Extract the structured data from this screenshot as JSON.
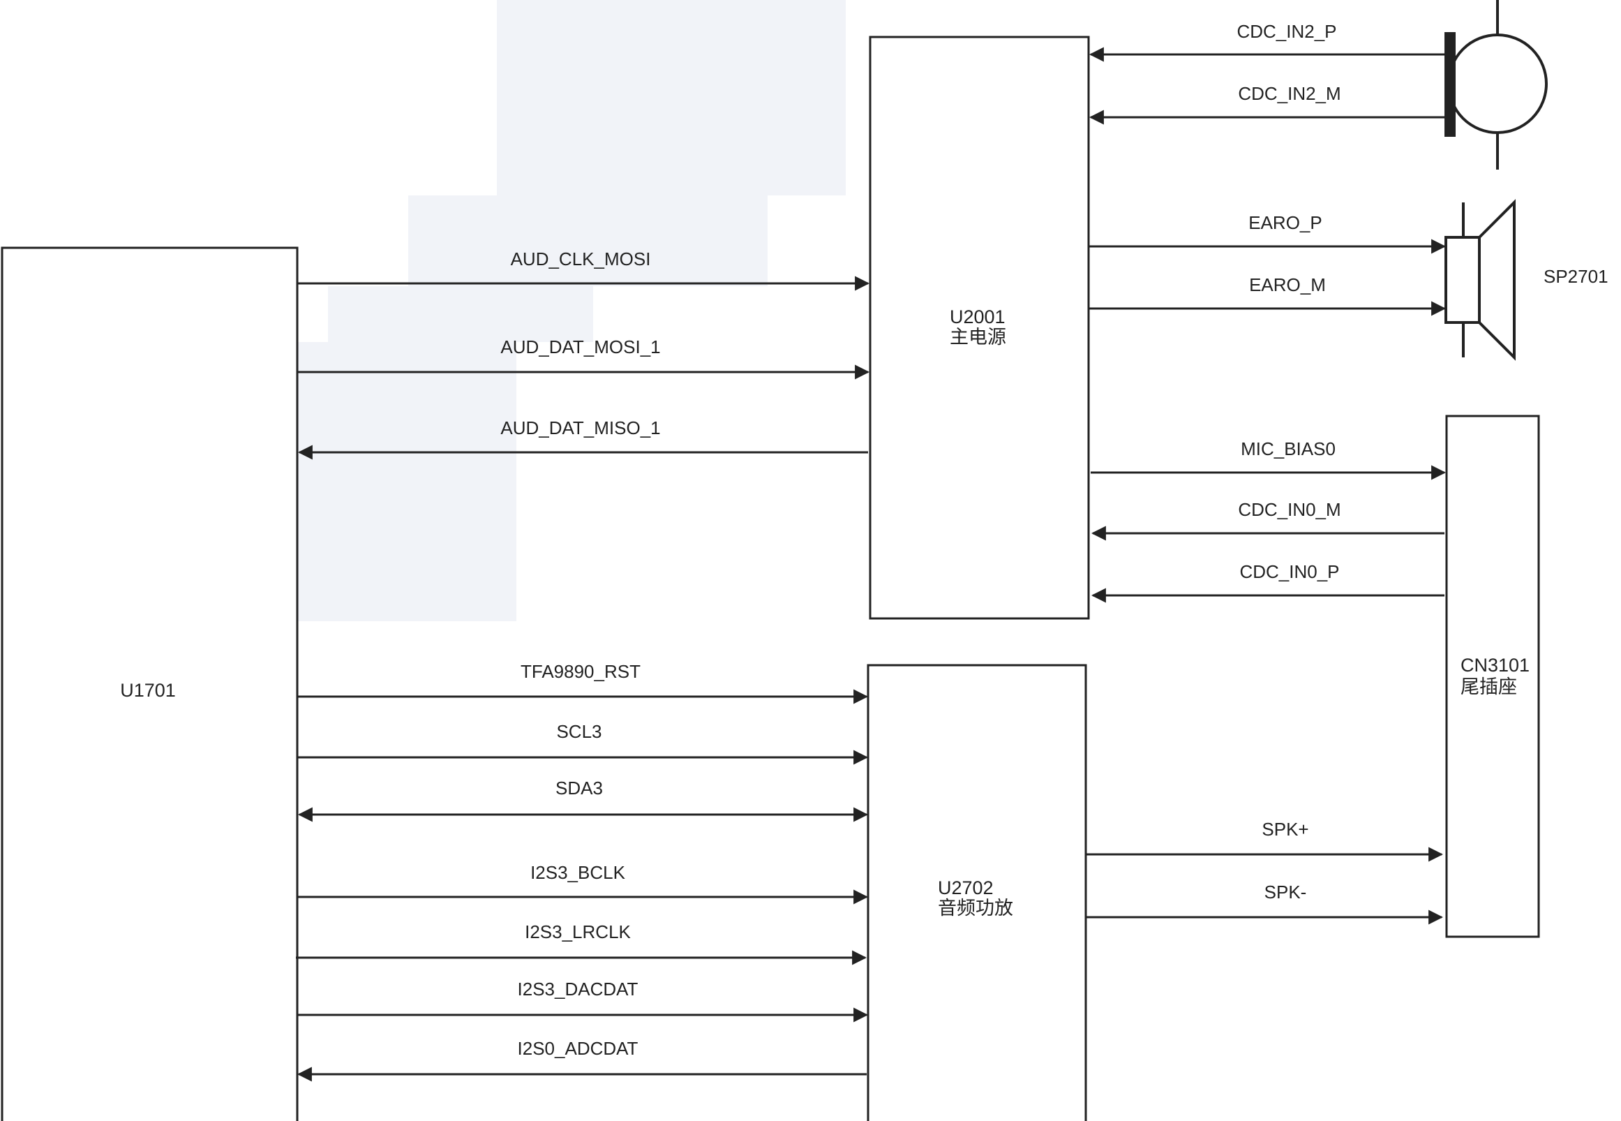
{
  "blocks": {
    "u1701": {
      "name": "U1701",
      "desc": ""
    },
    "u2001": {
      "name": "U2001",
      "desc": "主电源"
    },
    "u2702": {
      "name": "U2702",
      "desc": "音频功放"
    },
    "cn3101": {
      "name": "CN3101",
      "desc": "尾插座"
    },
    "sp2701": {
      "name": "SP2701"
    }
  },
  "signals": {
    "aud_clk_mosi": "AUD_CLK_MOSI",
    "aud_dat_mosi_1": "AUD_DAT_MOSI_1",
    "aud_dat_miso_1": "AUD_DAT_MISO_1",
    "tfa9890_rst": "TFA9890_RST",
    "scl3": "SCL3",
    "sda3": "SDA3",
    "i2s3_bclk": "I2S3_BCLK",
    "i2s3_lrclk": "I2S3_LRCLK",
    "i2s3_dacdat": "I2S3_DACDAT",
    "i2s0_adcdat": "I2S0_ADCDAT",
    "cdc_in2_p": "CDC_IN2_P",
    "cdc_in2_m": "CDC_IN2_M",
    "earo_p": "EARO_P",
    "earo_m": "EARO_M",
    "mic_bias0": "MIC_BIAS0",
    "cdc_in0_m": "CDC_IN0_M",
    "cdc_in0_p": "CDC_IN0_P",
    "spk_plus": "SPK+",
    "spk_minus": "SPK-"
  },
  "icons": {
    "microphone": "microphone-icon",
    "speaker": "speaker-icon"
  },
  "colors": {
    "line": "#222222",
    "background": "#ffffff"
  }
}
